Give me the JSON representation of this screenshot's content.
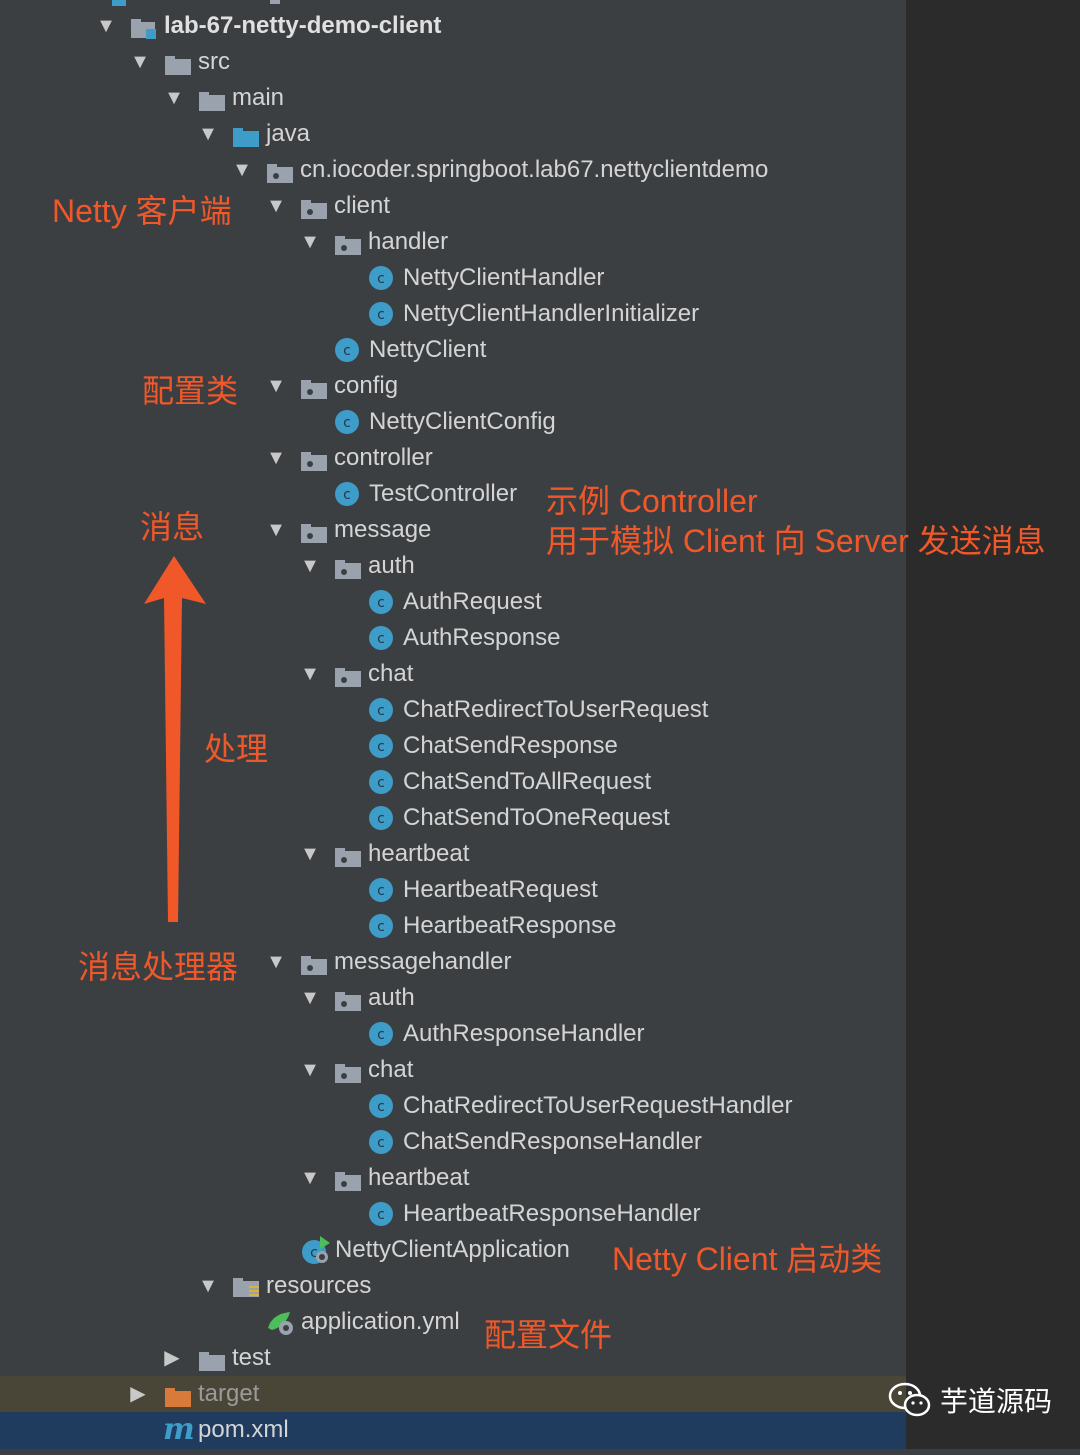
{
  "tree": {
    "root": "lab-67-netty-demo-client",
    "src": "src",
    "main": "main",
    "java": "java",
    "package": "cn.iocoder.springboot.lab67.nettyclientdemo",
    "client": "client",
    "handler": "handler",
    "netty_client_handler": "NettyClientHandler",
    "netty_client_handler_initializer": "NettyClientHandlerInitializer",
    "netty_client": "NettyClient",
    "config": "config",
    "netty_client_config": "NettyClientConfig",
    "controller": "controller",
    "test_controller": "TestController",
    "message": "message",
    "message_auth": "auth",
    "auth_request": "AuthRequest",
    "auth_response": "AuthResponse",
    "message_chat": "chat",
    "chat_redirect_to_user_request": "ChatRedirectToUserRequest",
    "chat_send_response": "ChatSendResponse",
    "chat_send_to_all_request": "ChatSendToAllRequest",
    "chat_send_to_one_request": "ChatSendToOneRequest",
    "message_heartbeat": "heartbeat",
    "heartbeat_request": "HeartbeatRequest",
    "heartbeat_response": "HeartbeatResponse",
    "messagehandler": "messagehandler",
    "mh_auth": "auth",
    "auth_response_handler": "AuthResponseHandler",
    "mh_chat": "chat",
    "chat_redirect_to_user_request_handler": "ChatRedirectToUserRequestHandler",
    "chat_send_response_handler": "ChatSendResponseHandler",
    "mh_heartbeat": "heartbeat",
    "heartbeat_response_handler": "HeartbeatResponseHandler",
    "netty_client_application": "NettyClientApplication",
    "resources": "resources",
    "application_yml": "application.yml",
    "test": "test",
    "target": "target",
    "pom": "pom.xml"
  },
  "annotations": {
    "netty_client": "Netty 客户端",
    "config": "配置类",
    "message": "消息",
    "process": "处理",
    "message_handler": "消息处理器",
    "example_controller": "示例 Controller",
    "simulate": "用于模拟 Client 向 Server 发送消息",
    "startup": "Netty Client 启动类",
    "config_file": "配置文件"
  },
  "watermark": {
    "text": "芋道源码"
  },
  "colors": {
    "panel_bg": "#3c3f41",
    "annotation": "#f0582a",
    "class_icon": "#3e9cc9",
    "folder": "#9aa3ad",
    "selected_row": "#1f3b5e"
  }
}
